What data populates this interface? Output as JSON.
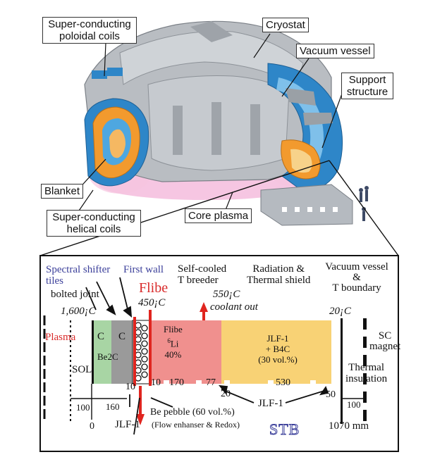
{
  "colors": {
    "blue_text": "#3b3f9a",
    "red_text": "#d92a2a",
    "be2c_green": "#a8d5a4",
    "tile_gray": "#9a9a9a",
    "flibe_pink": "#f0908e",
    "jlf_yellow": "#f8d275",
    "cryostat_gray": "#b9bdc2",
    "coil_blue": "#2e86c8",
    "coil_orange": "#f29a2e",
    "plasma_pink": "#f3b3d8"
  },
  "labels": {
    "sc_poloidal": [
      "Super-conducting",
      "poloidal coils"
    ],
    "cryostat": "Cryostat",
    "vacuum_vessel": "Vacuum vessel",
    "support": [
      "Support",
      "structure"
    ],
    "blanket": "Blanket",
    "sc_helical": [
      "Super-conducting",
      "helical coils"
    ],
    "core_plasma": "Core plasma"
  },
  "section": {
    "spectral": [
      "Spectral shifter",
      "tiles"
    ],
    "bolted": "bolted joint",
    "first_wall": "First wall",
    "flibe": "Flibe",
    "temp_1600": "1,600¡C",
    "temp_450": "450¡C",
    "self_cooled": [
      "Self-cooled",
      "T breeder"
    ],
    "temp_550": "550¡C",
    "coolant_out": "coolant out",
    "radiation": [
      "Radiation &",
      "Thermal shield"
    ],
    "vv_tb": [
      "Vacuum vessel",
      "&",
      "T boundary"
    ],
    "temp_20": "20¡C",
    "plasma": "Plasma",
    "c1": "C",
    "c2": "C",
    "be2c": "Be2C",
    "flibe_box": [
      "Flibe",
      "6",
      "Li",
      "40%"
    ],
    "jlf_box": [
      "JLF-1",
      "+ B4C",
      "(30 vol.%)"
    ],
    "sc_magnet": [
      "SC",
      "magnet"
    ],
    "thermal_ins": [
      "Thermal",
      "insulation"
    ],
    "sol": "SOL",
    "n10a": "10",
    "n10b": "10",
    "n170": "170",
    "n77": "77",
    "n20": "20",
    "n530": "530",
    "n50": "50",
    "n100a": "100",
    "n160": "160",
    "n100b": "100",
    "n0": "0",
    "jlf_bottom_left": "JLF-1",
    "jlf_bottom_mid": "JLF-1",
    "be_pebble": "Be pebble (60 vol.%)",
    "flow": "(Flow enhanser & Redox)",
    "stb": "STB",
    "n1070": "1070 mm"
  }
}
